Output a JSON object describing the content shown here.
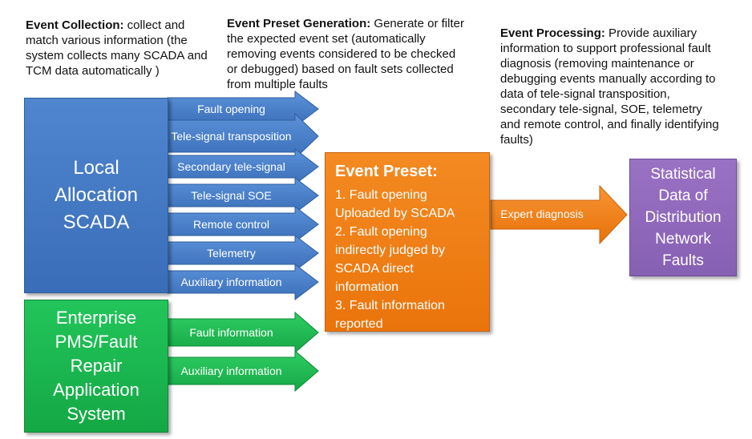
{
  "notes": {
    "collection": {
      "title": "Event Collection:",
      "text": " collect and match various information (the system collects many SCADA and TCM data automatically )"
    },
    "generation": {
      "title": "Event Preset Generation:",
      "text": " Generate or filter the expected event set (automatically removing events considered to be checked or debugged) based on fault sets collected from multiple faults"
    },
    "processing": {
      "title": "Event Processing:",
      "text": " Provide auxiliary information to support professional fault diagnosis (removing maintenance or debugging events manually according to data of tele-signal transposition, secondary tele-signal, SOE, telemetry and remote control, and finally identifying faults)"
    }
  },
  "boxes": {
    "scada": "Local Allocation SCADA",
    "pms": "Enterprise PMS/Fault Repair Application System",
    "preset_title": "Event Preset:",
    "preset_lines": [
      "1. Fault opening",
      "Uploaded by SCADA",
      "2. Fault opening",
      "indirectly judged by",
      "SCADA direct",
      "information",
      "3. Fault information",
      "reported"
    ],
    "statistical": "Statistical Data of Distribution Network Faults"
  },
  "scada_arrows": [
    "Fault opening",
    "Tele-signal transposition",
    "Secondary tele-signal",
    "Tele-signal SOE",
    "Remote control",
    "Telemetry",
    "Auxiliary information"
  ],
  "pms_arrows": [
    "Fault information",
    "Auxiliary information"
  ],
  "expert_arrow": "Expert diagnosis",
  "colors": {
    "blue": "#4a7fc8",
    "green": "#22b34f",
    "orange": "#f07d14",
    "purple": "#9068bb"
  }
}
